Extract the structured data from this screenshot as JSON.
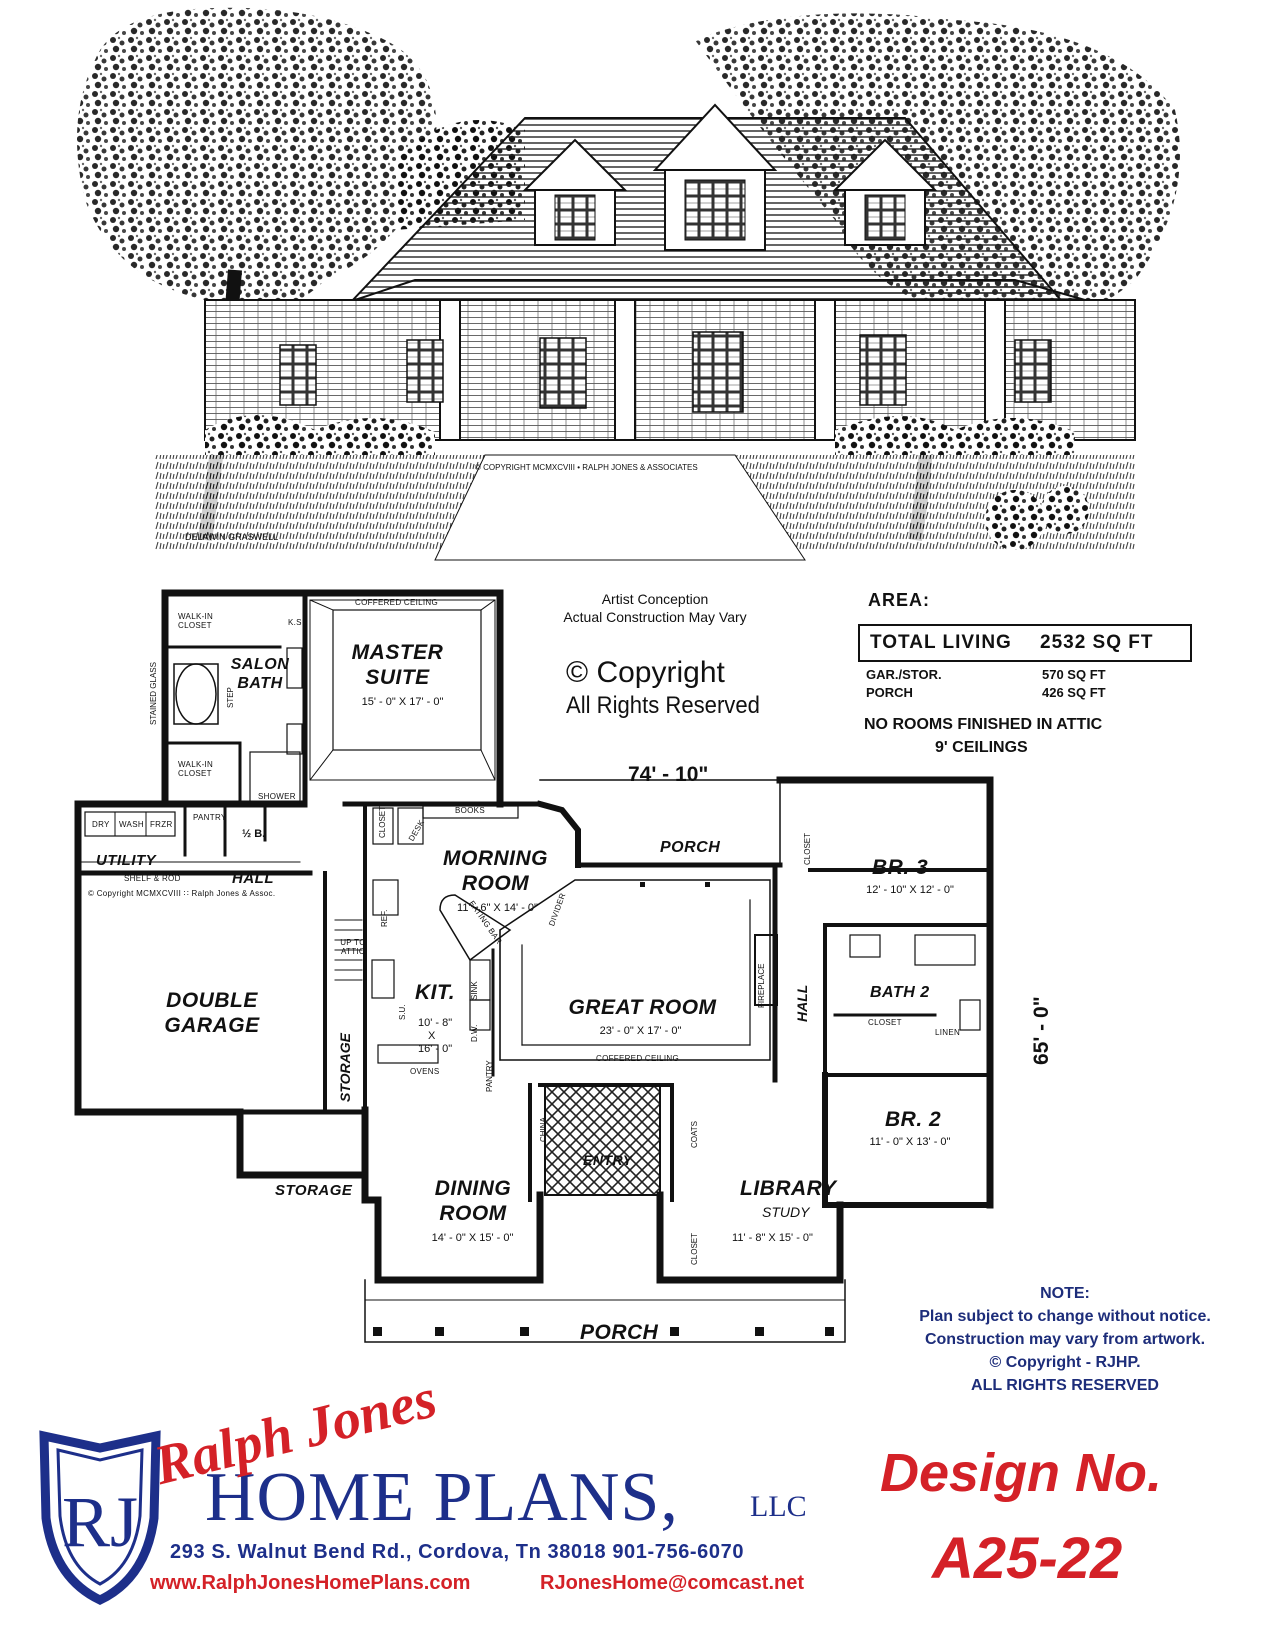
{
  "rendering": {
    "copyright_caption": "© COPYRIGHT MCMXCVIII • RALPH JONES & ASSOCIATES",
    "artist_signature": "DELAWIN GRASWELL"
  },
  "disclaimer": {
    "line1": "Artist Conception",
    "line2": "Actual Construction May Vary"
  },
  "copyright": {
    "title": "© Copyright",
    "subtitle": "All Rights Reserved"
  },
  "area": {
    "title": "AREA:",
    "total_label": "TOTAL  LIVING",
    "total_value": "2532  SQ  FT",
    "garage_label": "GAR./STOR.",
    "garage_value": "570 SQ FT",
    "porch_label": "PORCH",
    "porch_value": "426 SQ FT",
    "note1": "NO ROOMS FINISHED IN ATTIC",
    "note2": "9' CEILINGS"
  },
  "dimensions": {
    "width": "74' - 10\"",
    "depth": "65' - 0\""
  },
  "rooms": {
    "master_suite": {
      "name": "MASTER SUITE",
      "size": "15' - 0\" X 17' - 0\"",
      "ceiling": "COFFERED CEILING"
    },
    "salon_bath": {
      "name": "SALON BATH"
    },
    "walkin_closet_top": "WALK-IN CLOSET",
    "walkin_closet_bottom": "WALK-IN CLOSET",
    "shower": "SHOWER",
    "stained_glass": "STAINED GLASS",
    "step": "STEP",
    "ks": "K.S.",
    "dry": "DRY",
    "wash": "WASH",
    "frzr": "FRZR",
    "pantry_top": "PANTRY",
    "half_bath": "½ B.",
    "utility": "UTILITY",
    "hall_top": "HALL",
    "shelf_rod": "SHELF & ROD",
    "closet_morning": "CLOSET",
    "desk": "DESK",
    "books": "BOOKS",
    "morning_room": {
      "name": "MORNING ROOM",
      "size": "11' - 6\" X 14' - 0\""
    },
    "divider": "DIVIDER",
    "porch_rear": "PORCH",
    "br3": {
      "name": "BR. 3",
      "size": "12' - 10\" X 12' - 0\""
    },
    "closet_br3": "CLOSET",
    "plan_copyright": "© Copyright MCMXCVIII ∷ Ralph Jones & Assoc.",
    "double_garage": {
      "name": "DOUBLE GARAGE"
    },
    "up_to_attic": "UP TO ATTIC",
    "ref": "REF.",
    "eating_bar": "EATING BAR",
    "kitchen": {
      "name": "KIT.",
      "size1": "10' - 8\"",
      "size_x": "X",
      "size2": "16' - 0\""
    },
    "su": "S.U.",
    "sink": "SINK",
    "dw": "D.W.",
    "ovens": "OVENS",
    "pantry_kit": "PANTRY",
    "storage_v": "STORAGE",
    "great_room": {
      "name": "GREAT ROOM",
      "size": "23' - 0\" X 17' - 0\"",
      "ceiling": "COFFERED CEILING"
    },
    "fireplace": "FIREPLACE",
    "hall_v": "HALL",
    "bath2": {
      "name": "BATH 2"
    },
    "closet_bath2": "CLOSET",
    "linen": "LINEN",
    "br2": {
      "name": "BR. 2",
      "size": "11' - 0\" X 13' - 0\""
    },
    "storage": {
      "name": "STORAGE"
    },
    "china": "CHINA",
    "entry": "ENTRY",
    "coats": "COATS",
    "dining_room": {
      "name": "DINING ROOM",
      "size": "14' - 0\" X 15' - 0\""
    },
    "library": {
      "name": "LIBRARY",
      "sub": "STUDY",
      "size": "11' - 8\" X 15' - 0\""
    },
    "closet_library": "CLOSET",
    "porch_front": "PORCH"
  },
  "note": {
    "title": "NOTE:",
    "line1": "Plan subject to change without notice.",
    "line2": "Construction may vary from artwork.",
    "line3": "©     Copyright - RJHP.",
    "line4": "ALL RIGHTS RESERVED"
  },
  "footer": {
    "logo_letters": "RJ",
    "script_name": "Ralph Jones",
    "company": "HOME PLANS,",
    "suffix": "LLC",
    "address": "293 S. Walnut Bend  Rd., Cordova, Tn  38018   901-756-6070",
    "website": "www.RalphJonesHomePlans.com",
    "email": "RJonesHome@comcast.net",
    "design_label": "Design No.",
    "design_number": "A25-22"
  },
  "colors": {
    "brand_blue": "#1d2f8a",
    "brand_red": "#d42127",
    "ink": "#111111"
  }
}
